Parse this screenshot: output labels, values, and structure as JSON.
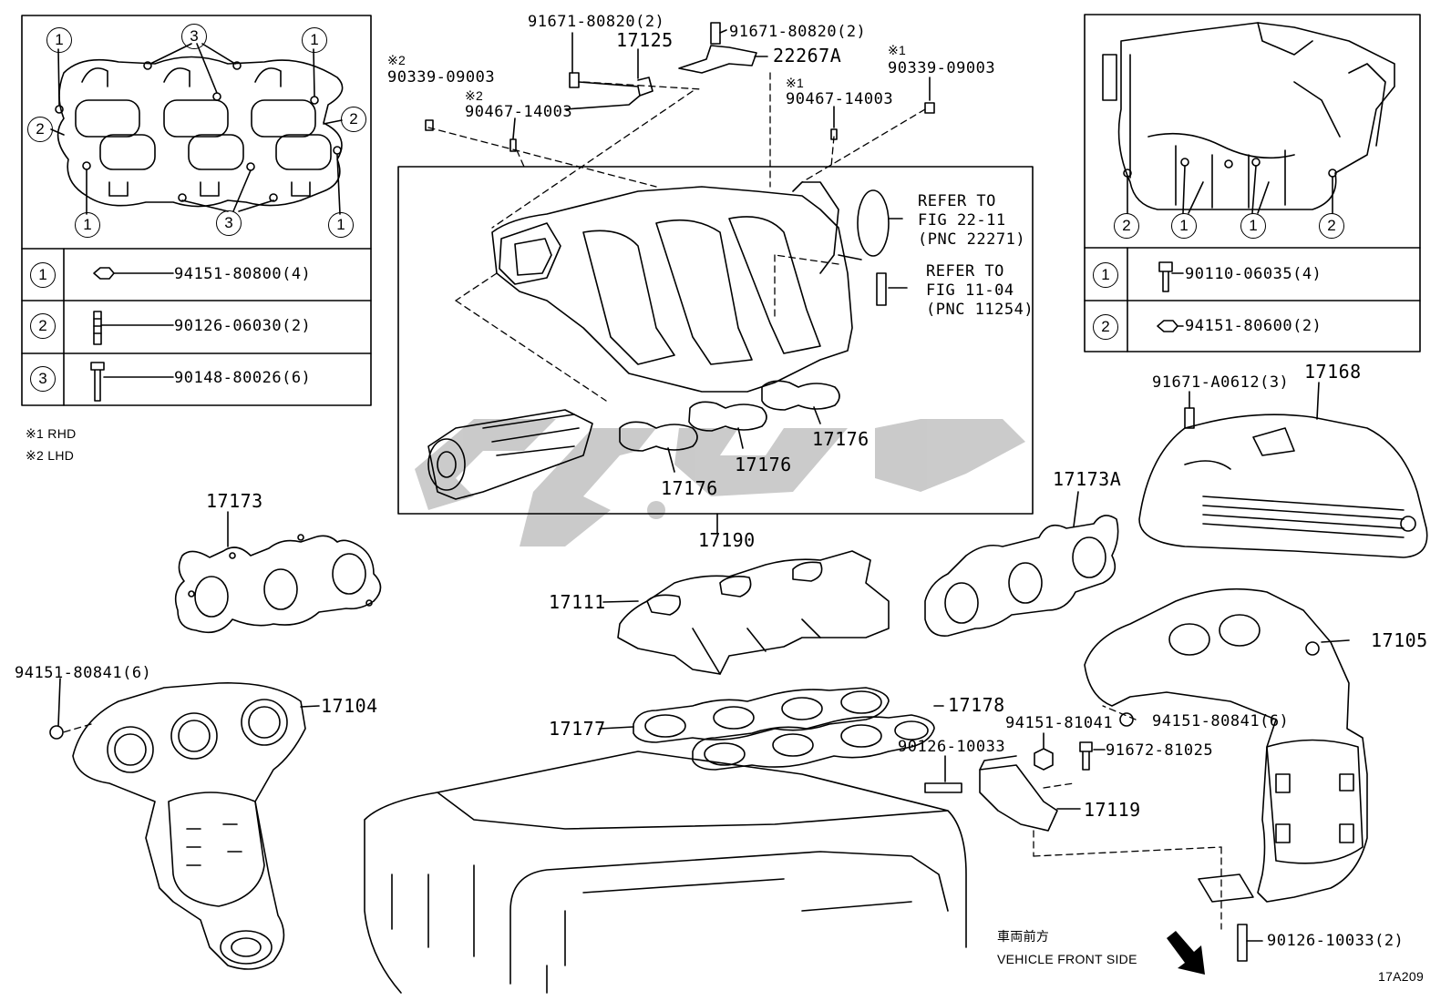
{
  "figure_id": "17A209",
  "notes": {
    "n1": "※1 RHD",
    "n2": "※2 LHD"
  },
  "direction": {
    "jp": "車両前方",
    "en": "VEHICLE FRONT SIDE"
  },
  "left_table": {
    "rows": [
      {
        "num": "1",
        "part": "94151-80800(4)"
      },
      {
        "num": "2",
        "part": "90126-06030(2)"
      },
      {
        "num": "3",
        "part": "90148-80026(6)"
      }
    ]
  },
  "right_table": {
    "rows": [
      {
        "num": "1",
        "part": "90110-06035(4)"
      },
      {
        "num": "2",
        "part": "94151-80600(2)"
      }
    ]
  },
  "left_gasket_markers": [
    "1",
    "3",
    "1",
    "2",
    "2",
    "1",
    "3",
    "1"
  ],
  "right_flange_markers": [
    "2",
    "1",
    "1",
    "2"
  ],
  "refer": {
    "a1": "REFER TO",
    "a2": "FIG 22-11",
    "a3": "(PNC 22271)",
    "b1": "REFER TO",
    "b2": "FIG 11-04",
    "b3": "(PNC 11254)"
  },
  "parts": {
    "p91671_80820_a": "91671-80820(2)",
    "p17125": "17125",
    "p91671_80820_b": "91671-80820(2)",
    "p22267A": "22267A",
    "p90339_l_mark": "※2",
    "p90339_l": "90339-09003",
    "p90467_l_mark": "※2",
    "p90467_l": "90467-14003",
    "p90339_r_mark": "※1",
    "p90339_r": "90339-09003",
    "p90467_r_mark": "※1",
    "p90467_r": "90467-14003",
    "p17176_a": "17176",
    "p17176_b": "17176",
    "p17176_c": "17176",
    "p17190": "17190",
    "p17173": "17173",
    "p17173A": "17173A",
    "p91671_A0612": "91671-A0612(3)",
    "p17168": "17168",
    "p17111": "17111",
    "p17105": "17105",
    "p94151_80841_l": "94151-80841(6)",
    "p17104": "17104",
    "p17178": "17178",
    "p17177": "17177",
    "p94151_81041": "94151-81041",
    "p94151_80841_r": "94151-80841(6)",
    "p90126_10033": "90126-10033",
    "p91672_81025": "91672-81025",
    "p17119": "17119",
    "p90126_10033_2": "90126-10033(2)"
  }
}
